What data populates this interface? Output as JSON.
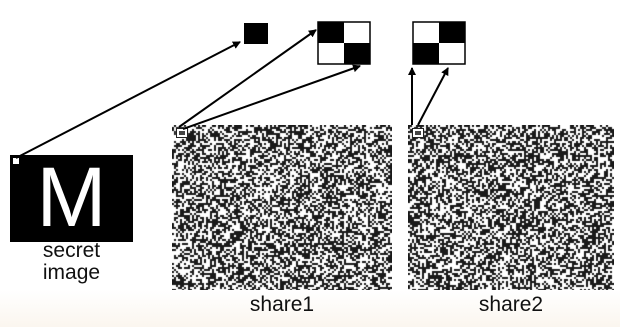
{
  "secret": {
    "letter": "M",
    "label_line1": "secret",
    "label_line2": "image"
  },
  "shares": [
    {
      "label": "share1",
      "pattern": "black-white-white-black"
    },
    {
      "label": "share2",
      "pattern": "white-black-black-white"
    }
  ],
  "secret_pixel": {
    "color": "black"
  },
  "colors": {
    "ink": "#000000",
    "paper": "#ffffff"
  }
}
